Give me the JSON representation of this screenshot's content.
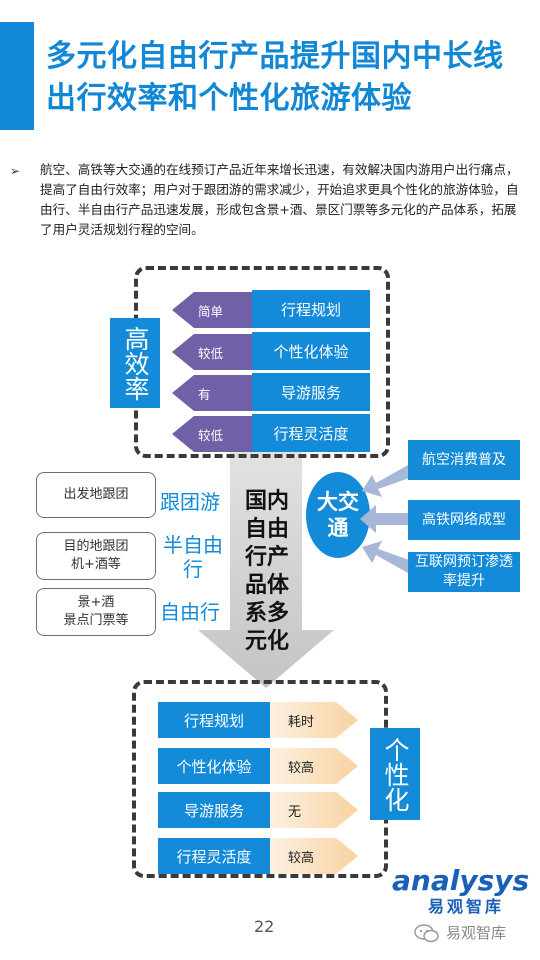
{
  "title": {
    "line1": "多元化自由行产品提升国内中长线",
    "line2": "出行效率和个性化旅游体验"
  },
  "bullet": {
    "marker": "➢",
    "text": "航空、高铁等大交通的在线预订产品近年来增长迅速，有效解决国内游用户出行痛点，提高了自由行效率；用户对于跟团游的需求减少，开始追求更具个性化的旅游体验，自由行、半自由行产品迅速发展，形成包含景+酒、景区门票等多元化的产品体系，拓展了用户灵活规划行程的空间。"
  },
  "top_panel": {
    "side_label": "高效率",
    "rows": [
      {
        "tag": "简单",
        "label": "行程规划"
      },
      {
        "tag": "较低",
        "label": "个性化体验"
      },
      {
        "tag": "有",
        "label": "导游服务"
      },
      {
        "tag": "较低",
        "label": "行程灵活度"
      }
    ]
  },
  "left_products": [
    {
      "box": "出发地跟团",
      "label": "跟团游"
    },
    {
      "box": "目的地跟团\n机+酒等",
      "label": "半自由\n行"
    },
    {
      "box": "景+酒\n景点门票等",
      "label": "自由行"
    }
  ],
  "center_text": "国内\n自由\n行产\n品体\n系多\n元化",
  "hub": {
    "label": "大交\n通"
  },
  "drivers": [
    "航空消费普及",
    "高铁网络成型",
    "互联网预订渗透\n率提升"
  ],
  "bottom_panel": {
    "side_label": "个性化",
    "rows": [
      {
        "label": "行程规划",
        "tag": "耗时"
      },
      {
        "label": "个性化体验",
        "tag": "较高"
      },
      {
        "label": "导游服务",
        "tag": "无"
      },
      {
        "label": "行程灵活度",
        "tag": "较高"
      }
    ]
  },
  "footer": {
    "page_number": "22",
    "logo": "analysys",
    "logo_cn": "易观智库",
    "wechat_label": "易观智库"
  },
  "colors": {
    "brand_blue": "#138bd9",
    "title_blue": "#1287d6",
    "purple": "#7060a8",
    "orange": "#f8d2a0"
  }
}
